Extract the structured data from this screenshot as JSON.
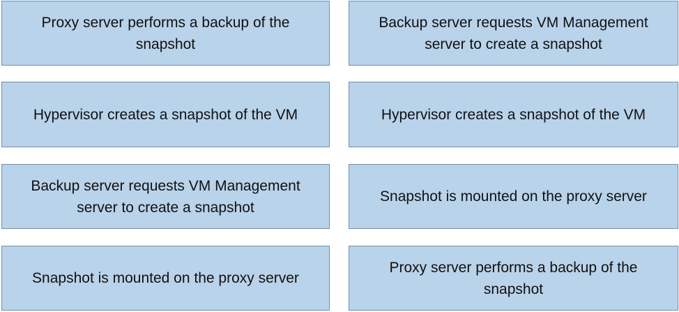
{
  "left_column": [
    {
      "text": "Proxy server performs a backup of the snapshot"
    },
    {
      "text": "Hypervisor creates a snapshot of the VM"
    },
    {
      "text": "Backup server requests VM Management server to create a snapshot"
    },
    {
      "text": "Snapshot is mounted on the proxy server"
    }
  ],
  "right_column": [
    {
      "text": "Backup server requests VM Management server to create a snapshot"
    },
    {
      "text": "Hypervisor creates a snapshot of the VM"
    },
    {
      "text": "Snapshot is mounted on the proxy server"
    },
    {
      "text": "Proxy server performs a backup of the snapshot"
    }
  ],
  "colors": {
    "box_fill": "#b9d3ea",
    "box_border": "#6f8fae",
    "text": "#111111"
  }
}
